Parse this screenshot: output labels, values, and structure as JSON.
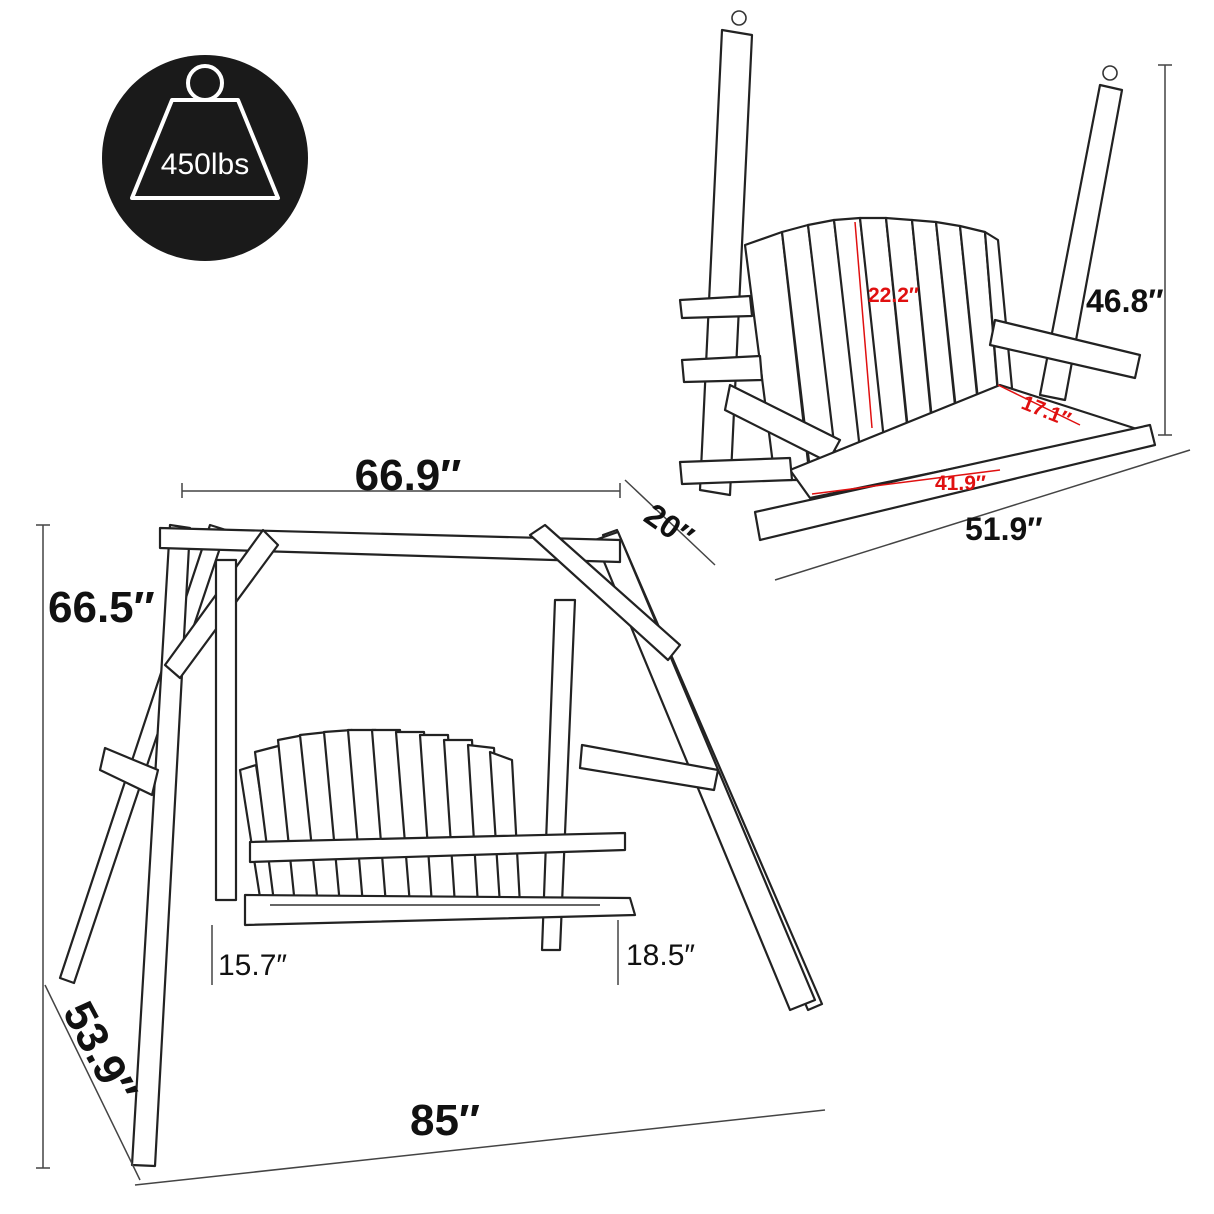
{
  "badge": {
    "text": "450lbs",
    "icon": "weight-icon",
    "background": "#1a1a1a"
  },
  "front_view": {
    "top_width": "66.9″",
    "height": "66.5″",
    "depth": "53.9″",
    "base_width": "85″",
    "seat_height_left": "15.7″",
    "seat_height_right": "18.5″"
  },
  "swing_detail": {
    "height": "46.8″",
    "back_height": "22.2″",
    "seat_depth": "17.1″",
    "seat_width": "41.9″",
    "depth": "20″",
    "width": "51.9″",
    "highlight_color": "#e01010"
  }
}
